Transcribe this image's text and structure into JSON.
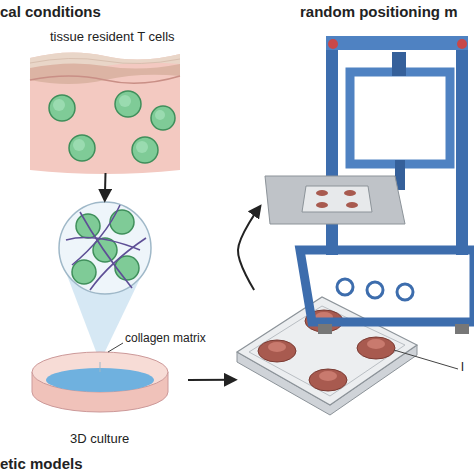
{
  "diagram": {
    "nodes": [
      {
        "text": [
          "tissue resident T cells"
        ]
      },
      {
        "text": [
          "collagen matrix",
          "3D culture"
        ]
      },
      {
        "text": [
          "l"
        ]
      },
      {
        "text": [
          "random positioning m"
        ]
      }
    ],
    "edges": [
      {
        "from": 0,
        "to": 1,
        "arrow": "to"
      },
      {
        "from": 1,
        "to": 2,
        "arrow": "to"
      },
      {
        "from": 2,
        "to": 3,
        "arrow": "to"
      }
    ],
    "labels": [
      "cal conditions",
      "etic models"
    ]
  }
}
